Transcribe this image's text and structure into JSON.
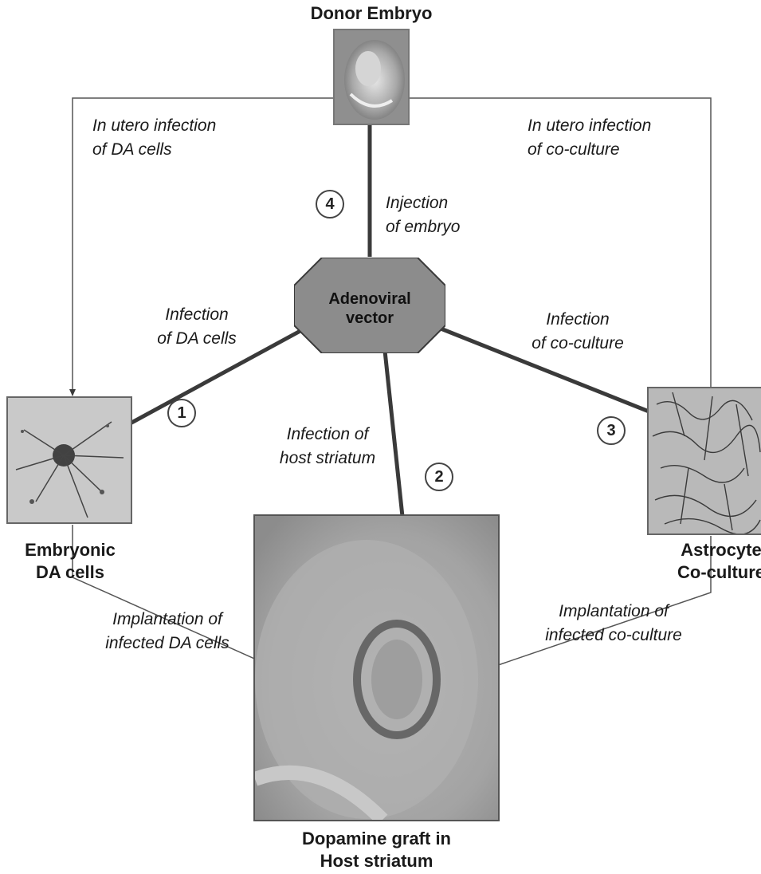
{
  "diagram": {
    "central_node": {
      "line1": "Adenoviral",
      "line2": "vector"
    },
    "nodes": {
      "donor_embryo": "Donor Embryo",
      "embryonic_da": {
        "line1": "Embryonic",
        "line2": "DA cells"
      },
      "astrocyte": {
        "line1": "Astrocyte",
        "line2": "Co-culture"
      },
      "graft": {
        "line1": "Dopamine graft in",
        "line2": "Host striatum"
      }
    },
    "edges": {
      "in_utero_da": {
        "line1": "In utero infection",
        "line2": "of DA cells"
      },
      "in_utero_co": {
        "line1": "In utero infection",
        "line2": "of co-culture"
      },
      "injection": {
        "line1": "Injection",
        "line2": "of embryo"
      },
      "infection_da": {
        "line1": "Infection",
        "line2": "of DA cells"
      },
      "infection_co": {
        "line1": "Infection",
        "line2": "of co-culture"
      },
      "infection_host": {
        "line1": "Infection of",
        "line2": "host striatum"
      },
      "implant_da": {
        "line1": "Implantation of",
        "line2": "infected DA cells"
      },
      "implant_co": {
        "line1": "Implantation of",
        "line2": "infected co-culture"
      }
    },
    "step_numbers": {
      "one": "1",
      "two": "2",
      "three": "3",
      "four": "4"
    },
    "colors": {
      "octagon_fill": "#8c8c8c",
      "arrow": "#3a3a3a",
      "line": "#555555"
    }
  }
}
